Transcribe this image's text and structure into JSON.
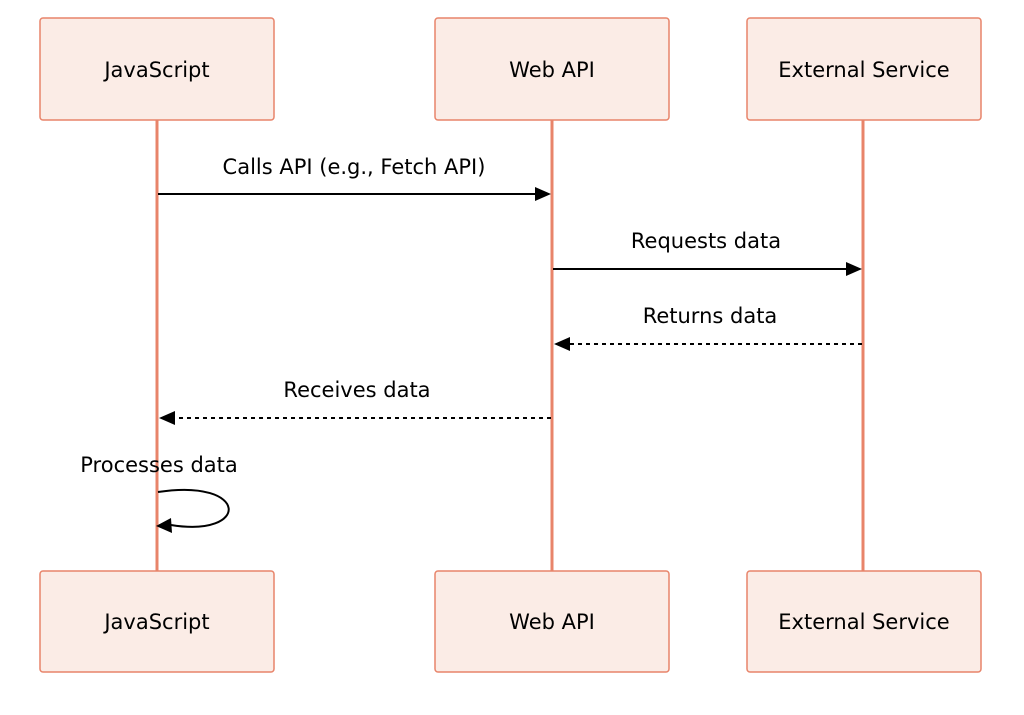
{
  "participants": [
    {
      "id": "js",
      "label": "JavaScript"
    },
    {
      "id": "webapi",
      "label": "Web API"
    },
    {
      "id": "ext",
      "label": "External Service"
    }
  ],
  "messages": [
    {
      "from": "js",
      "to": "webapi",
      "label": "Calls API (e.g., Fetch API)",
      "style": "solid"
    },
    {
      "from": "webapi",
      "to": "ext",
      "label": "Requests data",
      "style": "solid"
    },
    {
      "from": "ext",
      "to": "webapi",
      "label": "Returns data",
      "style": "dotted"
    },
    {
      "from": "webapi",
      "to": "js",
      "label": "Receives data",
      "style": "dotted"
    },
    {
      "from": "js",
      "to": "js",
      "label": "Processes data",
      "style": "solid"
    }
  ],
  "colors": {
    "actor_fill": "#fbece6",
    "actor_stroke": "#e8846a",
    "lifeline": "#e8846a",
    "message": "#000000"
  }
}
